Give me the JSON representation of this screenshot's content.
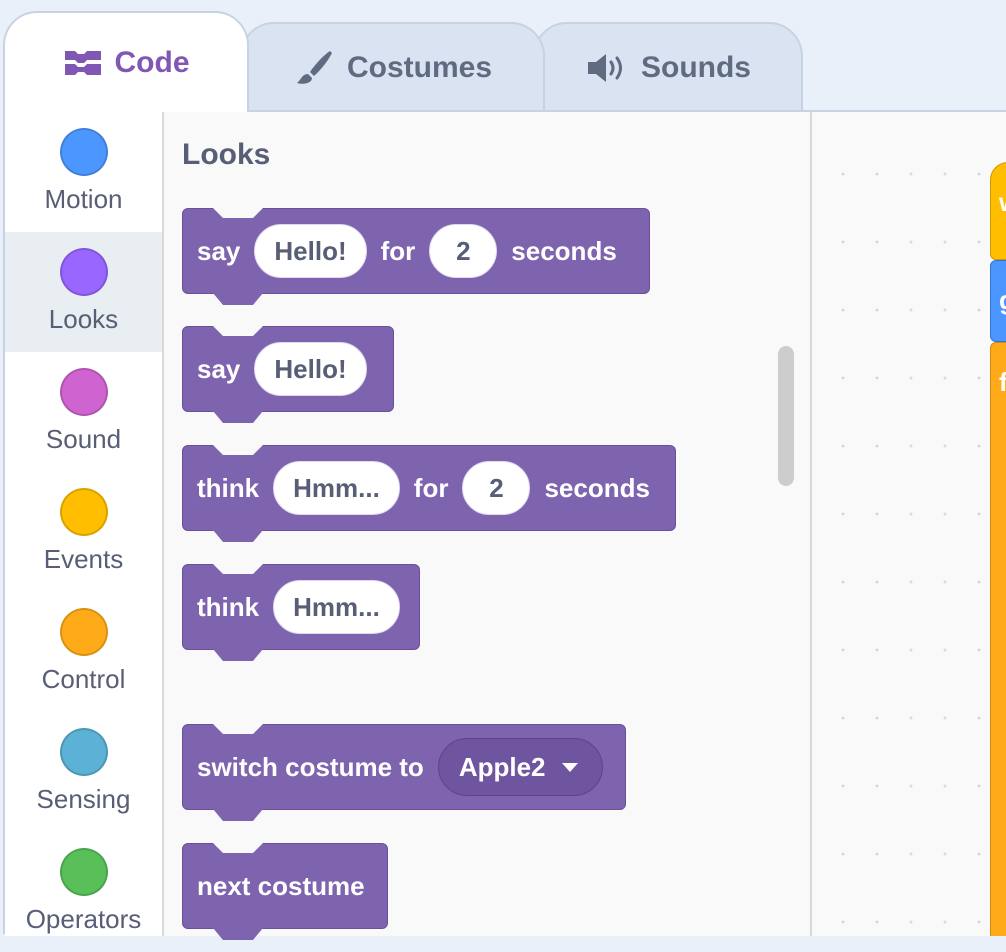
{
  "tabs": [
    {
      "label": "Code",
      "icon": "code-icon",
      "active": true
    },
    {
      "label": "Costumes",
      "icon": "brush-icon",
      "active": false
    },
    {
      "label": "Sounds",
      "icon": "speaker-icon",
      "active": false
    }
  ],
  "categories": [
    {
      "label": "Motion",
      "color": "#4c97ff"
    },
    {
      "label": "Looks",
      "color": "#9966ff",
      "selected": true
    },
    {
      "label": "Sound",
      "color": "#cf63cf"
    },
    {
      "label": "Events",
      "color": "#ffbf00"
    },
    {
      "label": "Control",
      "color": "#ffab19"
    },
    {
      "label": "Sensing",
      "color": "#5cb1d6"
    },
    {
      "label": "Operators",
      "color": "#59c059"
    }
  ],
  "flyout": {
    "title": "Looks",
    "blocks": [
      {
        "parts": [
          "say",
          "Hello!",
          "for",
          "2",
          "seconds"
        ]
      },
      {
        "parts": [
          "say",
          "Hello!"
        ]
      },
      {
        "parts": [
          "think",
          "Hmm...",
          "for",
          "2",
          "seconds"
        ]
      },
      {
        "parts": [
          "think",
          "Hmm..."
        ]
      },
      {
        "parts": [
          "switch costume to",
          "Apple2"
        ]
      },
      {
        "parts": [
          "next costume"
        ]
      }
    ]
  },
  "workspace": {
    "blocks": [
      {
        "category": "Events",
        "partial_text": "w"
      },
      {
        "category": "Motion",
        "partial_text": "g"
      },
      {
        "category": "Control",
        "partial_text": "f"
      }
    ]
  },
  "colors": {
    "looks_block": "#7e63ae",
    "active_tab_text": "#8057b3",
    "events_block": "#ffbf00",
    "motion_block": "#4c97ff",
    "control_block": "#ffab19"
  }
}
